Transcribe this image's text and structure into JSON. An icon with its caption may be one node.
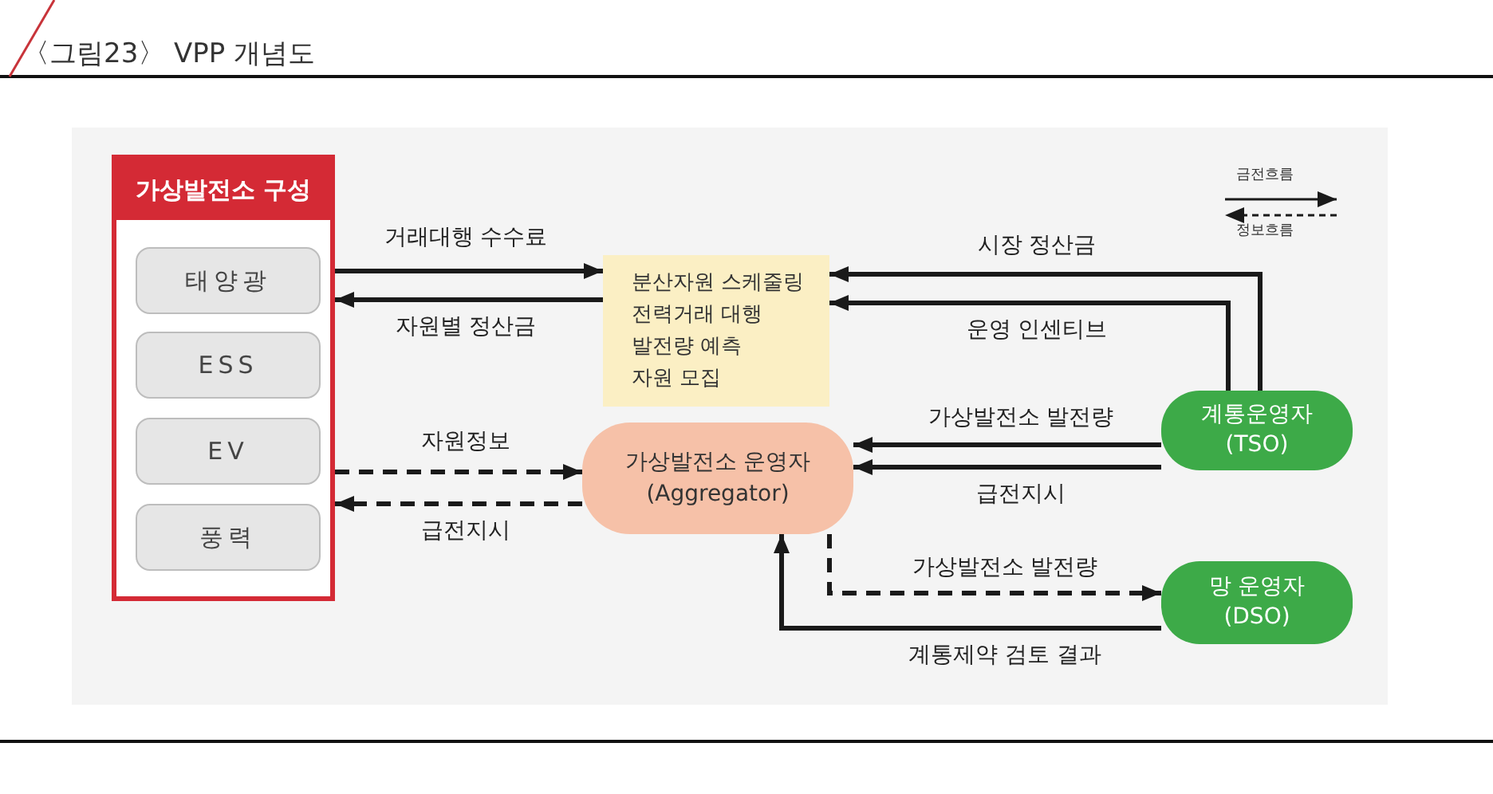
{
  "diagram": {
    "title": "〈그림23〉 VPP 개념도",
    "nodes": [
      {
        "text": [
          "가상발전소 구성"
        ]
      },
      {
        "text": [
          "태양광"
        ],
        "in": 0
      },
      {
        "text": [
          "ESS"
        ],
        "in": 0
      },
      {
        "text": [
          "EV"
        ],
        "in": 0
      },
      {
        "text": [
          "풍력"
        ],
        "in": 0
      },
      {
        "text": [
          "분산자원 스케줄링",
          "전력거래 대행",
          "발전량 예측",
          "자원 모집"
        ]
      },
      {
        "text": [
          "가상발전소 운영자 (Aggregator)"
        ]
      },
      {
        "text": [
          "계통운영자 (TSO)"
        ]
      },
      {
        "text": [
          "망 운영자 (DSO)"
        ]
      }
    ],
    "edges": [
      {
        "from": 0,
        "to": 5,
        "arrow": "to",
        "label": "거래대행 수수료"
      },
      {
        "from": 5,
        "to": 0,
        "arrow": "to",
        "label": "자원별 정산금"
      },
      {
        "from": 0,
        "to": 6,
        "arrow": "to",
        "label": "자원정보",
        "style": "dashed"
      },
      {
        "from": 6,
        "to": 0,
        "arrow": "to",
        "label": "급전지시",
        "style": "dashed"
      },
      {
        "from": 7,
        "to": 5,
        "arrow": "to",
        "label": "시장 정산금"
      },
      {
        "from": 7,
        "to": 5,
        "arrow": "to",
        "label": "운영 인센티브"
      },
      {
        "from": 7,
        "to": 6,
        "arrow": "to",
        "label": "가상발전소 발전량"
      },
      {
        "from": 7,
        "to": 6,
        "arrow": "to",
        "label": "급전지시"
      },
      {
        "from": 6,
        "to": 8,
        "arrow": "to",
        "label": "가상발전소 발전량",
        "style": "dashed"
      },
      {
        "from": 8,
        "to": 6,
        "arrow": "to",
        "label": "계통제약 검토 결과"
      }
    ],
    "legend": [
      {
        "text": "금전흐름"
      },
      {
        "text": "정보흐름"
      }
    ]
  }
}
